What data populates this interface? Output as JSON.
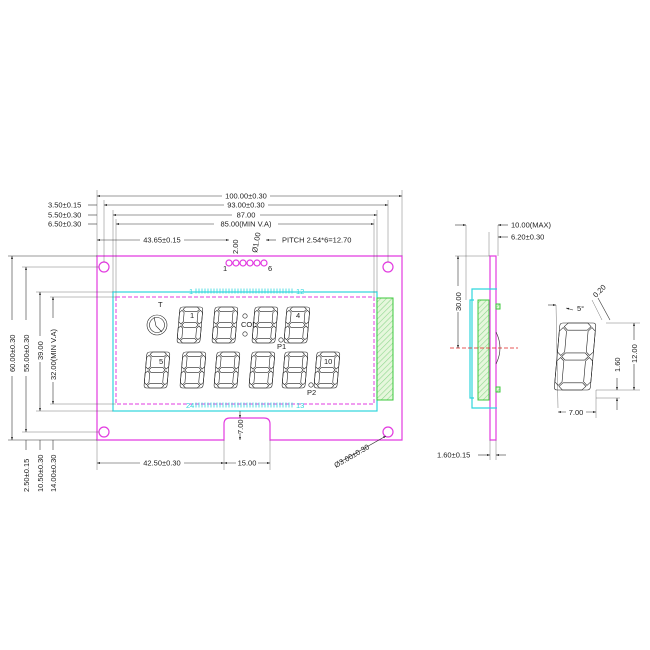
{
  "front_view": {
    "dims_top": {
      "overall_width": "100.00±0.30",
      "hole_pitch": "93.00±0.30",
      "glass_width": "87.00",
      "view_area_width": "85.00(MIN V.A)",
      "pin_offset": "43.65±0.15",
      "pin_height": "2.00",
      "pin_dia": "Ø1.00",
      "pitch": "PITCH  2.54*6=12.70",
      "hole_margin": "3.50±0.15",
      "glass_margin": "5.50±0.30",
      "va_margin": "6.50±0.30"
    },
    "dims_left": {
      "overall_height": "60.00±0.30",
      "hole_pitch": "55.00±0.30",
      "glass_height": "39.00",
      "view_area_height": "32.00(MIN V.A)",
      "hole_margin": "2.50±0.15",
      "glass_margin": "10.50±0.30",
      "va_margin": "14.00±0.30"
    },
    "dims_bottom": {
      "notch_offset": "42.50±0.30",
      "notch_width": "15.00",
      "notch_depth": "7.00",
      "hole_dia": "Ø3.00±0.30"
    },
    "pin_labels": {
      "first": "1",
      "last": "6"
    },
    "glass_pins_top": {
      "start": "1",
      "end": "12"
    },
    "glass_pins_bottom": {
      "start": "24",
      "end": "13"
    },
    "lcd_labels": {
      "timer": "T",
      "colon": "COL",
      "p1": "P1",
      "p2": "P2",
      "digit1": "1",
      "digit4": "4",
      "digit5": "5",
      "digit10": "10"
    }
  },
  "side_view": {
    "max_thickness": "10.00(MAX)",
    "thickness": "6.20±0.30",
    "center_height": "30.00",
    "pcb_thickness": "1.60±0.15"
  },
  "digit_detail": {
    "slant": "5°",
    "gap": "0.20",
    "height": "12.00",
    "segment_width": "1.60",
    "width": "7.00"
  },
  "colors": {
    "pcb": "#e23be0",
    "glass": "#2fd6dd",
    "backlight": "#3cc83c",
    "centerline": "#e02020"
  }
}
